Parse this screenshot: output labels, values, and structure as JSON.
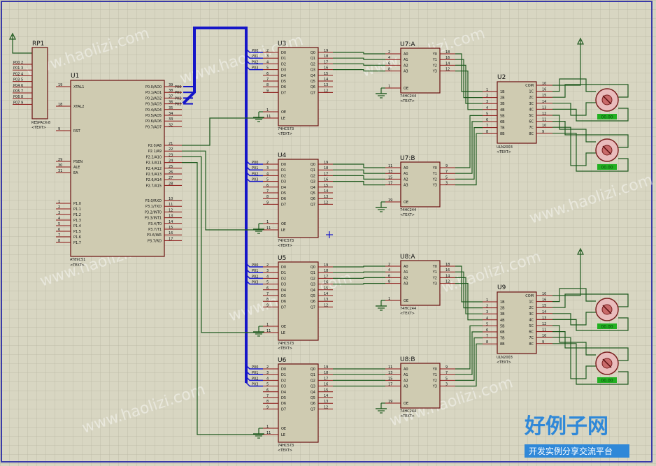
{
  "watermark": "www.haolizi.com",
  "brand": {
    "title": "好例子网",
    "subtitle": "开发实例分享交流平台"
  },
  "colors": {
    "bg": "#d8d6c2",
    "grid": "#b9b7a4",
    "border": "#3a3aa8",
    "wire": "#1f5a1f",
    "chip_fill": "#cfcbb1",
    "chip_border": "#6b1010",
    "pin": "#8a1010",
    "bus": "#1515c8",
    "motor_label": "#22b022"
  },
  "rp1": {
    "ref": "RP1",
    "part": "RESPACK-8",
    "pins": [
      "P00 2",
      "P01 3",
      "P02 4",
      "P03 5",
      "P04 6",
      "P05 7",
      "P06 8",
      "P07 9"
    ]
  },
  "u1": {
    "ref": "U1",
    "part": "AT89C51",
    "left_pins": [
      {
        "num": "19",
        "name": "XTAL1"
      },
      {
        "num": "18",
        "name": "XTAL2"
      },
      {
        "num": "9",
        "name": "RST"
      },
      {
        "num": "29",
        "name": "PSEN"
      },
      {
        "num": "30",
        "name": "ALE"
      },
      {
        "num": "31",
        "name": "EA"
      },
      {
        "num": "1",
        "name": "P1.0"
      },
      {
        "num": "2",
        "name": "P1.1"
      },
      {
        "num": "3",
        "name": "P1.2"
      },
      {
        "num": "4",
        "name": "P1.3"
      },
      {
        "num": "5",
        "name": "P1.4"
      },
      {
        "num": "6",
        "name": "P1.5"
      },
      {
        "num": "7",
        "name": "P1.6"
      },
      {
        "num": "8",
        "name": "P1.7"
      }
    ],
    "right_top": [
      {
        "num": "39",
        "name": "P0.0/AD0",
        "net": "P00"
      },
      {
        "num": "38",
        "name": "P0.1/AD1",
        "net": "P01"
      },
      {
        "num": "37",
        "name": "P0.2/AD2",
        "net": "P02"
      },
      {
        "num": "36",
        "name": "P0.3/AD3",
        "net": "P03"
      },
      {
        "num": "35",
        "name": "P0.4/AD4",
        "net": ""
      },
      {
        "num": "34",
        "name": "P0.5/AD5",
        "net": ""
      },
      {
        "num": "33",
        "name": "P0.6/AD6",
        "net": ""
      },
      {
        "num": "32",
        "name": "P0.7/AD7",
        "net": ""
      }
    ],
    "right_mid": [
      {
        "num": "21",
        "name": "P2.0/A8"
      },
      {
        "num": "22",
        "name": "P2.1/A9"
      },
      {
        "num": "23",
        "name": "P2.2/A10"
      },
      {
        "num": "24",
        "name": "P2.3/A11"
      },
      {
        "num": "25",
        "name": "P2.4/A12"
      },
      {
        "num": "26",
        "name": "P2.5/A13"
      },
      {
        "num": "27",
        "name": "P2.6/A14"
      },
      {
        "num": "28",
        "name": "P2.7/A15"
      }
    ],
    "right_bot": [
      {
        "num": "10",
        "name": "P3.0/RXD"
      },
      {
        "num": "11",
        "name": "P3.1/TXD"
      },
      {
        "num": "12",
        "name": "P3.2/INT0"
      },
      {
        "num": "13",
        "name": "P3.3/INT1"
      },
      {
        "num": "14",
        "name": "P3.4/T0"
      },
      {
        "num": "15",
        "name": "P3.7/T1"
      },
      {
        "num": "16",
        "name": "P3.6/WR"
      },
      {
        "num": "17",
        "name": "P3.7/RD"
      }
    ]
  },
  "latch": {
    "part": "74HC573",
    "refs": [
      "U3",
      "U4",
      "U5",
      "U6"
    ],
    "in_nets": [
      "P00",
      "P01",
      "P02",
      "P03"
    ],
    "d_pins": [
      {
        "num": "2",
        "name": "D0"
      },
      {
        "num": "3",
        "name": "D1"
      },
      {
        "num": "4",
        "name": "D2"
      },
      {
        "num": "5",
        "name": "D3"
      },
      {
        "num": "6",
        "name": "D4"
      },
      {
        "num": "7",
        "name": "D5"
      },
      {
        "num": "8",
        "name": "D6"
      },
      {
        "num": "9",
        "name": "D7"
      }
    ],
    "q_pins": [
      {
        "num": "19",
        "name": "Q0"
      },
      {
        "num": "18",
        "name": "Q1"
      },
      {
        "num": "17",
        "name": "Q2"
      },
      {
        "num": "16",
        "name": "Q3"
      },
      {
        "num": "15",
        "name": "Q4"
      },
      {
        "num": "14",
        "name": "Q5"
      },
      {
        "num": "13",
        "name": "Q6"
      },
      {
        "num": "12",
        "name": "Q7"
      }
    ],
    "oe": {
      "num": "1",
      "name": "OE"
    },
    "le": {
      "num": "11",
      "name": "LE"
    }
  },
  "decoder": {
    "part": "74HC244",
    "refs": [
      "U7:A",
      "U7:B",
      "U8:A",
      "U8:B"
    ],
    "a_pins": [
      [
        {
          "num": "2",
          "name": "A0"
        },
        {
          "num": "4",
          "name": "A1"
        },
        {
          "num": "6",
          "name": "A2"
        },
        {
          "num": "8",
          "name": "A3"
        }
      ],
      [
        {
          "num": "11",
          "name": "A0"
        },
        {
          "num": "13",
          "name": "A1"
        },
        {
          "num": "15",
          "name": "A2"
        },
        {
          "num": "17",
          "name": "A3"
        }
      ],
      [
        {
          "num": "2",
          "name": "A0"
        },
        {
          "num": "4",
          "name": "A1"
        },
        {
          "num": "6",
          "name": "A2"
        },
        {
          "num": "8",
          "name": "A3"
        }
      ],
      [
        {
          "num": "11",
          "name": "A0"
        },
        {
          "num": "13",
          "name": "A1"
        },
        {
          "num": "15",
          "name": "A2"
        },
        {
          "num": "17",
          "name": "A3"
        }
      ]
    ],
    "y_pins": [
      [
        {
          "num": "18",
          "name": "Y0"
        },
        {
          "num": "16",
          "name": "Y1"
        },
        {
          "num": "14",
          "name": "Y2"
        },
        {
          "num": "12",
          "name": "Y3"
        }
      ],
      [
        {
          "num": "9",
          "name": "Y0"
        },
        {
          "num": "7",
          "name": "Y1"
        },
        {
          "num": "5",
          "name": "Y2"
        },
        {
          "num": "3",
          "name": "Y3"
        }
      ],
      [
        {
          "num": "18",
          "name": "Y0"
        },
        {
          "num": "16",
          "name": "Y1"
        },
        {
          "num": "14",
          "name": "Y2"
        },
        {
          "num": "12",
          "name": "Y3"
        }
      ],
      [
        {
          "num": "9",
          "name": "Y0"
        },
        {
          "num": "7",
          "name": "Y1"
        },
        {
          "num": "5",
          "name": "Y2"
        },
        {
          "num": "3",
          "name": "Y3"
        }
      ]
    ],
    "oe_pins": [
      {
        "num": "1",
        "name": "OE"
      },
      {
        "num": "19",
        "name": "OE"
      },
      {
        "num": "1",
        "name": "OE"
      },
      {
        "num": "19",
        "name": "OE"
      }
    ]
  },
  "driver": {
    "part": "ULN2003",
    "refs": [
      "U2",
      "U9"
    ],
    "in_pins": [
      {
        "num": "1",
        "name": "1B"
      },
      {
        "num": "2",
        "name": "2B"
      },
      {
        "num": "3",
        "name": "3B"
      },
      {
        "num": "4",
        "name": "4B"
      },
      {
        "num": "5",
        "name": "5B"
      },
      {
        "num": "6",
        "name": "6B"
      },
      {
        "num": "7",
        "name": "7B"
      },
      {
        "num": "8",
        "name": "8B"
      }
    ],
    "out_pins": [
      {
        "num": "10",
        "name": "COM"
      },
      {
        "num": "16",
        "name": "1C"
      },
      {
        "num": "15",
        "name": "2C"
      },
      {
        "num": "14",
        "name": "3C"
      },
      {
        "num": "13",
        "name": "4C"
      },
      {
        "num": "12",
        "name": "5C"
      },
      {
        "num": "11",
        "name": "6C"
      },
      {
        "num": "10",
        "name": "7C"
      },
      {
        "num": "9",
        "name": "8C"
      }
    ]
  },
  "text_tag": "<TEXT>",
  "motors": [
    {
      "label": "00.00"
    },
    {
      "label": "00.00"
    },
    {
      "label": "00.00"
    },
    {
      "label": "00.00"
    }
  ]
}
